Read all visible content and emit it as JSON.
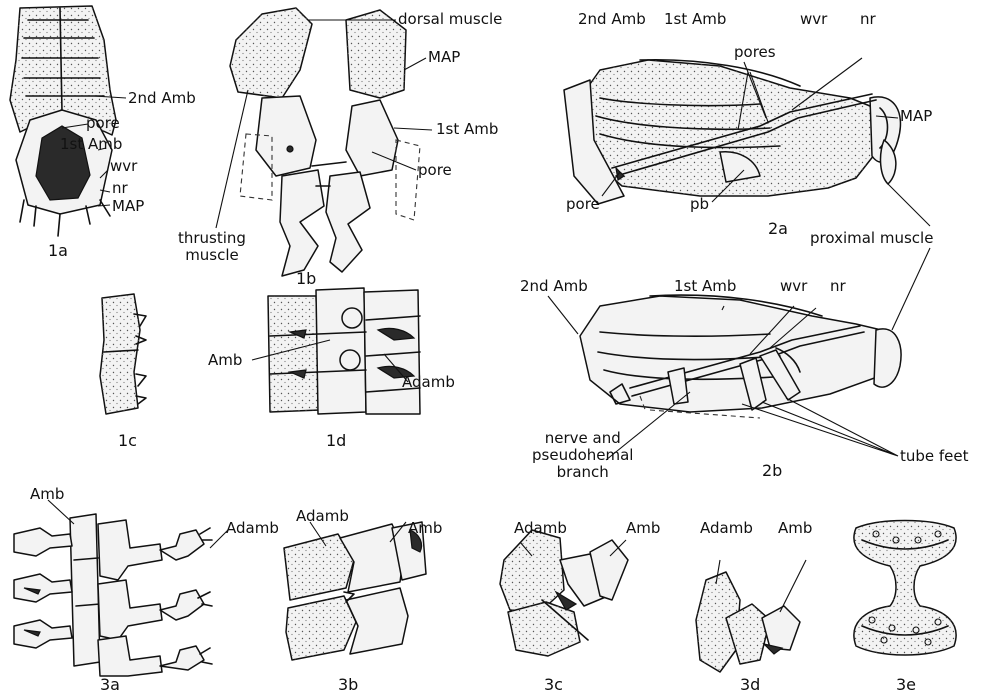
{
  "labels": {
    "1a": {
      "second_amb": "2nd Amb",
      "pore": "pore",
      "first_amb": "1st Amb",
      "wvr": "wvr",
      "nr": "nr",
      "map": "MAP"
    },
    "1b": {
      "dorsal_muscle": "dorsal muscle",
      "map": "MAP",
      "first_amb": "1st Amb",
      "pore": "pore",
      "thrusting_muscle": "thrusting\nmuscle"
    },
    "1d": {
      "amb": "Amb",
      "adamb": "Adamb"
    },
    "2a": {
      "second_amb": "2nd Amb",
      "first_amb": "1st Amb",
      "wvr": "wvr",
      "nr": "nr",
      "pores": "pores",
      "map": "MAP",
      "pore": "pore",
      "pb": "pb",
      "proximal_muscle": "proximal muscle"
    },
    "2b": {
      "second_amb": "2nd Amb",
      "first_amb": "1st Amb",
      "wvr": "wvr",
      "nr": "nr",
      "nerve_branch": "nerve and\npseudohemal\nbranch",
      "tube_feet": "tube feet"
    },
    "3a": {
      "amb": "Amb",
      "adamb": "Adamb"
    },
    "3b": {
      "adamb": "Adamb",
      "amb": "Amb"
    },
    "3c": {
      "adamb": "Adamb",
      "amb": "Amb"
    },
    "3d": {
      "adamb": "Adamb",
      "amb": "Amb"
    }
  },
  "captions": {
    "fig_1a": "1a",
    "fig_1b": "1b",
    "fig_1c": "1c",
    "fig_1d": "1d",
    "fig_2a": "2a",
    "fig_2b": "2b",
    "fig_3a": "3a",
    "fig_3b": "3b",
    "fig_3c": "3c",
    "fig_3d": "3d",
    "fig_3e": "3e"
  }
}
